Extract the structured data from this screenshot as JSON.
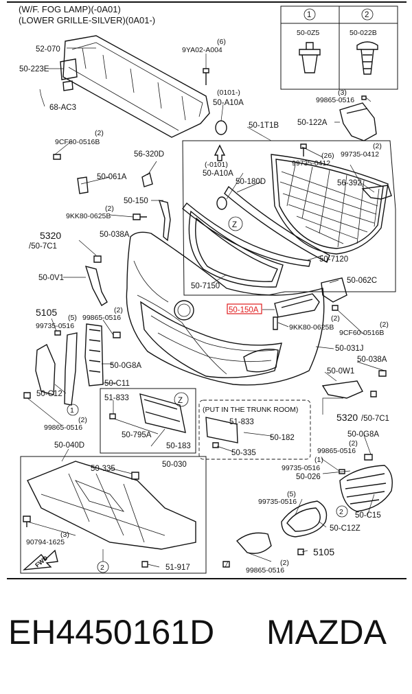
{
  "header": {
    "line1": "(W/F. FOG LAMP)(-0A01)",
    "line2": "(LOWER GRILLE-SILVER)(0A01-)"
  },
  "legend": {
    "col1": {
      "num": "1",
      "code": "50-0Z5"
    },
    "col2": {
      "num": "2",
      "code": "50-022B"
    }
  },
  "labels": {
    "l_52_070": "52-070",
    "l_50_223E": "50-223E",
    "l_68_AC3": "68-AC3",
    "l_9YA02_qty": "(6)",
    "l_9YA02": "9YA02-A004",
    "l_0101_a": "(0101-)",
    "l_50_A10A_a": "50-A10A",
    "l_99865_qty_a": "(3)",
    "l_99865_a": "99865-0516",
    "l_50_122A": "50-122A",
    "l_50_1T1B": "50-1T1B",
    "l_9CF60_qty_a": "(2)",
    "l_9CF60_a": "9CF60-0516B",
    "l_56_320D": "56-320D",
    "l_50_061A": "50-061A",
    "l_50_150": "50-150",
    "l_9KK80_qty_a": "(2)",
    "l_9KK80_a": "9KK80-0625B",
    "l_5320_a": "5320",
    "l_50_7C1_a": "/50-7C1",
    "l_50_038A_a": "50-038A",
    "l_50_0V1": "50-0V1",
    "l_0101_b": "(-0101)",
    "l_50_A10A_b": "50-A10A",
    "l_50_180D": "50-180D",
    "l_26": "(26)",
    "l_99735_0412": "99735-0412",
    "l_99735_qty_b": "(2)",
    "l_99735_0412b": "99735-0412",
    "l_56_392": "56-392",
    "l_50_7120": "50-7120",
    "l_50_7150": "50-7150",
    "l_Z1": "Z",
    "l_50_062C": "50-062C",
    "l_50_150A": "50-150A",
    "l_9KK80_qty_b": "(2)",
    "l_9KK80_b": "9KK80-0625B",
    "l_9CF60_qty_b": "(2)",
    "l_9CF60_b": "9CF60-0516B",
    "l_5105_a": "5105",
    "l_qty5": "(5)",
    "l_99735_0516_a": "99735-0516",
    "l_99865_qty_b": "(2)",
    "l_99865_b": "99865-0516",
    "l_50_0G8A_a": "50-0G8A",
    "l_50_C11": "50-C11",
    "l_50_C12": "50-C12",
    "l_99865_qty_c": "(2)",
    "l_99865_c": "99865-0516",
    "l_circ1": "1",
    "l_50_031J": "50-031J",
    "l_50_038A_b": "50-038A",
    "l_50_0W1": "50-0W1",
    "l_5320_b": "5320",
    "l_50_7C1_b": "/50-7C1",
    "l_51_833_a": "51-833",
    "l_Z2": "Z",
    "l_50_795A": "50-795A",
    "l_50_183": "50-183",
    "l_50_030": "50-030",
    "l_trunk": "(PUT IN THE TRUNK ROOM)",
    "l_51_833_b": "51-833",
    "l_50_182": "50-182",
    "l_50_335_b": "50-335",
    "l_50_0G8A_b": "50-0G8A",
    "l_99865_qty_d": "(2)",
    "l_99865_d": "99865-0516",
    "l_qty1": "(1)",
    "l_99735_0516_b": "99735-0516",
    "l_50_026": "50-026",
    "l_50_040D": "50-040D",
    "l_50_335_a": "50-335",
    "l_qty5b": "(5)",
    "l_99735_0516_c": "99735-0516",
    "l_circ2a": "2",
    "l_50_C15": "50-C15",
    "l_50_C12Z": "50-C12Z",
    "l_90794_qty": "(3)",
    "l_90794": "90794-1625",
    "l_FWD": "FWD",
    "l_circ2b": "2",
    "l_51_917": "51-917",
    "l_5105_b": "5105",
    "l_99865_qty_e": "(2)",
    "l_99865_e": "99865-0516"
  },
  "footer": {
    "part_number": "EH4450161D",
    "brand": "MAZDA"
  },
  "colors": {
    "highlight": "#e0191a",
    "ink": "#111111"
  }
}
